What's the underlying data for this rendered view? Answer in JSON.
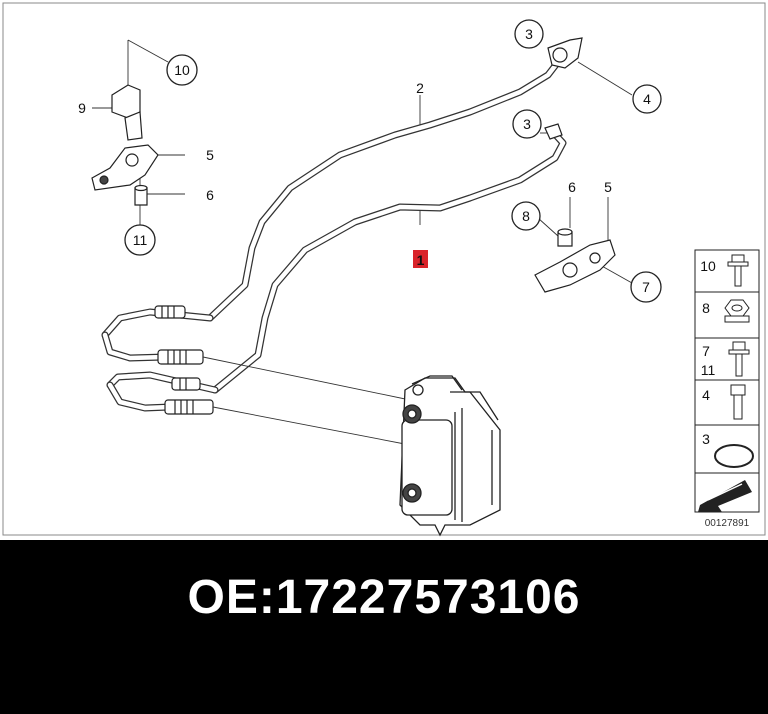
{
  "diagram": {
    "callouts": {
      "c3a": "3",
      "c4": "4",
      "c3b": "3",
      "c10": "10",
      "c9": "9",
      "c2": "2",
      "c5a": "5",
      "c6a": "6",
      "c11": "11",
      "c1": "1",
      "c6b": "6",
      "c5b": "5",
      "c8": "8",
      "c7": "7"
    },
    "legend": [
      {
        "labels": [
          "10"
        ],
        "icon": "bolt-flange-icon"
      },
      {
        "labels": [
          "8"
        ],
        "icon": "nut-icon"
      },
      {
        "labels": [
          "7",
          "11"
        ],
        "icon": "bolt-flange-icon"
      },
      {
        "labels": [
          "4"
        ],
        "icon": "bolt-icon"
      },
      {
        "labels": [
          "3"
        ],
        "icon": "o-ring-icon"
      },
      {
        "labels": [],
        "icon": "arrow-pointer-icon"
      }
    ],
    "diagram_number": "00127891",
    "highlight_color": "#d9232a"
  },
  "footer": {
    "oe_text": "OE:17227573106"
  }
}
